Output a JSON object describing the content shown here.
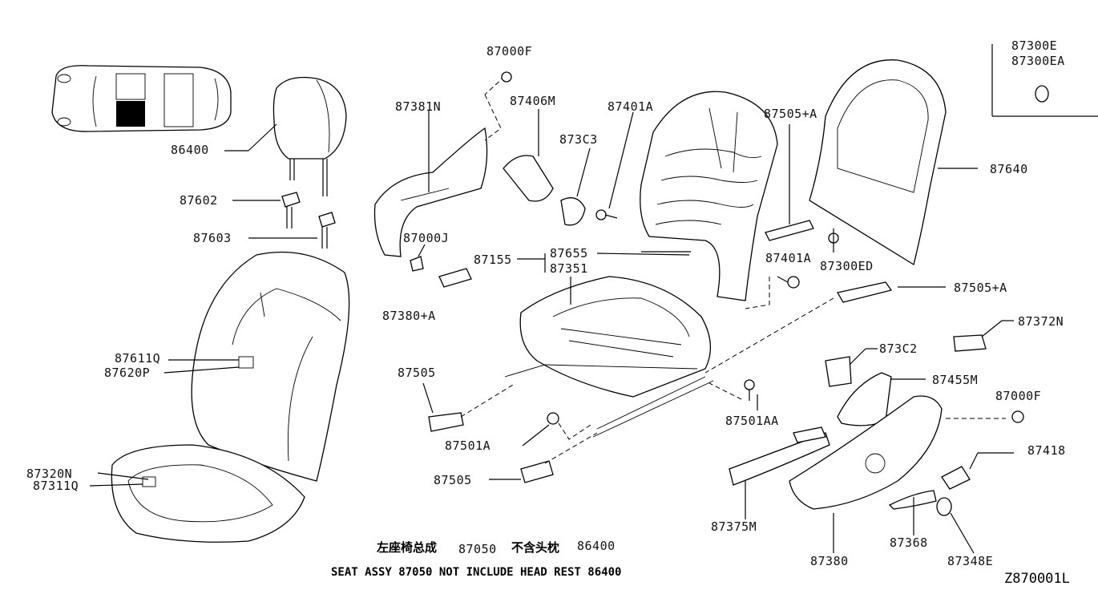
{
  "labels": {
    "p87000F_top": "87000F",
    "p87381N": "87381N",
    "p87406M": "87406M",
    "p873C3": "873C3",
    "p87401A_top": "87401A",
    "p87505A_top": "87505+A",
    "p87300E": "87300E",
    "p87300EA": "87300EA",
    "p87640": "87640",
    "p86400": "86400",
    "p87602": "87602",
    "p87603": "87603",
    "p87000J": "87000J",
    "p87155": "87155",
    "p87655": "87655",
    "p87351": "87351",
    "p87401A_mid": "87401A",
    "p87300ED": "87300ED",
    "p87505A_mid": "87505+A",
    "p87380A": "87380+A",
    "p87372N": "87372N",
    "p87611Q": "87611Q",
    "p87620P": "87620P",
    "p873C2": "873C2",
    "p87505_top": "87505",
    "p87455M": "87455M",
    "p87000F_right": "87000F",
    "p87501AA": "87501AA",
    "p87501A": "87501A",
    "p87418": "87418",
    "p87320N": "87320N",
    "p87311Q": "87311Q",
    "p87505_bottom": "87505",
    "p87375M": "87375M",
    "p87380": "87380",
    "p87368": "87368",
    "p87348E": "87348E"
  },
  "notes": {
    "cn_title": "左座椅总成",
    "cn_num": "87050",
    "cn_excl": "不含头枕",
    "cn_num2": "86400",
    "en_text": "SEAT ASSY 87050 NOT INCLUDE HEAD REST 86400"
  },
  "diagram_code": "Z870001L"
}
